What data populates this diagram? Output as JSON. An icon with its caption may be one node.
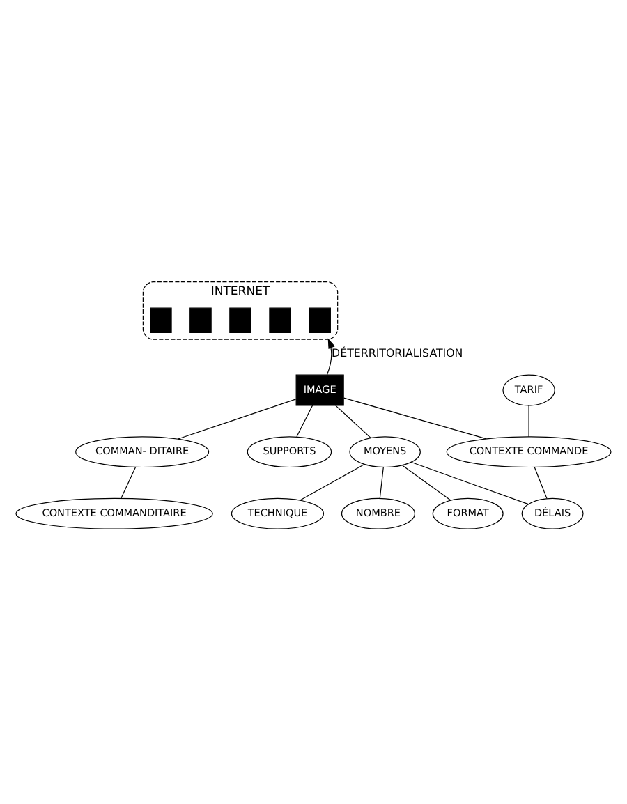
{
  "diagram": {
    "nodes": [
      {
        "text": [
          "INTERNET"
        ]
      },
      {
        "text": [],
        "shape": "box",
        "in": 0
      },
      {
        "text": [],
        "shape": "box",
        "in": 0
      },
      {
        "text": [],
        "shape": "box",
        "in": 0
      },
      {
        "text": [],
        "shape": "box",
        "in": 0
      },
      {
        "text": [],
        "shape": "box",
        "in": 0
      },
      {
        "text": [
          "IMAGE"
        ]
      },
      {
        "text": [
          "TARIF"
        ]
      },
      {
        "text": [
          "CONTEXTE COMMANDE"
        ]
      },
      {
        "text": [
          "COMMAN- DITAIRE"
        ]
      },
      {
        "text": [
          "SUPPORTS"
        ]
      },
      {
        "text": [
          "MOYENS"
        ]
      },
      {
        "text": [
          "TECHNIQUE"
        ]
      },
      {
        "text": [
          "NOMBRE"
        ]
      },
      {
        "text": [
          "FORMAT"
        ]
      },
      {
        "text": [
          "DÉLAIS"
        ]
      },
      {
        "text": [
          "CONTEXTE COMMANDITAIRE"
        ]
      }
    ],
    "edges": [
      {
        "from": 6,
        "to": 0,
        "arrow": "to",
        "label": "DÉTERRITORIALISATION"
      },
      {
        "from": 7,
        "to": 8,
        "arrow": "none"
      },
      {
        "from": 6,
        "to": 8,
        "arrow": "none"
      },
      {
        "from": 6,
        "to": 9,
        "arrow": "none"
      },
      {
        "from": 6,
        "to": 10,
        "arrow": "none"
      },
      {
        "from": 6,
        "to": 11,
        "arrow": "none"
      },
      {
        "from": 11,
        "to": 12,
        "arrow": "none"
      },
      {
        "from": 11,
        "to": 13,
        "arrow": "none"
      },
      {
        "from": 11,
        "to": 14,
        "arrow": "none"
      },
      {
        "from": 11,
        "to": 15,
        "arrow": "none"
      },
      {
        "from": 9,
        "to": 16,
        "arrow": "none"
      },
      {
        "from": 8,
        "to": 15,
        "arrow": "none"
      }
    ]
  }
}
